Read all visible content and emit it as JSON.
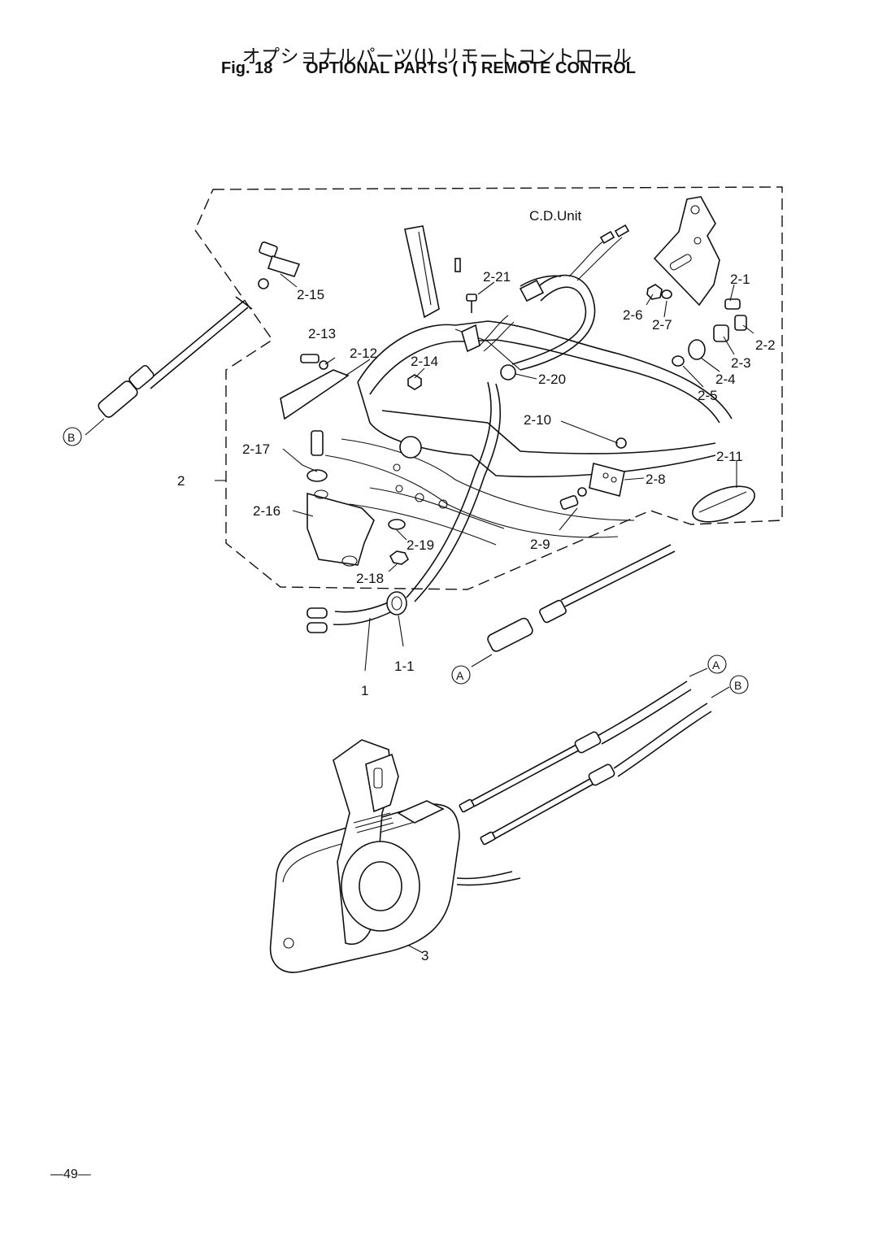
{
  "header": {
    "title_jp": "オプショナルパーツ(Ⅰ) リモートコントロール",
    "fig_number": "Fig. 18",
    "title_en": "OPTIONAL PARTS ( I ) REMOTE CONTROL"
  },
  "labels": {
    "cd_unit": "C.D.Unit",
    "p1": "1",
    "p1_1": "1-1",
    "p2": "2",
    "p2_1": "2-1",
    "p2_2": "2-2",
    "p2_3": "2-3",
    "p2_4": "2-4",
    "p2_5": "2-5",
    "p2_6": "2-6",
    "p2_7": "2-7",
    "p2_8": "2-8",
    "p2_9": "2-9",
    "p2_10": "2-10",
    "p2_11": "2-11",
    "p2_12": "2-12",
    "p2_13": "2-13",
    "p2_14": "2-14",
    "p2_15": "2-15",
    "p2_16": "2-16",
    "p2_17": "2-17",
    "p2_18": "2-18",
    "p2_19": "2-19",
    "p2_20": "2-20",
    "p2_21": "2-21",
    "p3": "3",
    "ref_a": "A",
    "ref_b": "B"
  },
  "footer": {
    "page_number": "—49—"
  }
}
